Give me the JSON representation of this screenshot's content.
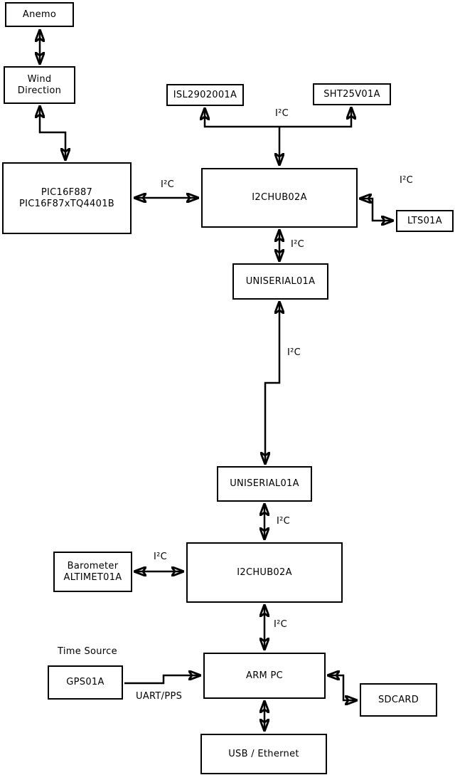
{
  "diagram": {
    "type": "block-diagram",
    "background_color": "#ffffff",
    "line_color": "#000000",
    "nodes": {
      "anemo": {
        "label": "Anemo"
      },
      "wind_direction": {
        "label": "Wind\nDirection"
      },
      "pic": {
        "label": "PIC16F887\nPIC16F87xTQ4401B"
      },
      "isl": {
        "label": "ISL2902001A"
      },
      "sht": {
        "label": "SHT25V01A"
      },
      "hub1": {
        "label": "I2CHUB02A"
      },
      "lts": {
        "label": "LTS01A"
      },
      "uniserial1": {
        "label": "UNISERIAL01A"
      },
      "uniserial2": {
        "label": "UNISERIAL01A"
      },
      "hub2": {
        "label": "I2CHUB02A"
      },
      "barometer": {
        "label": "Barometer\nALTIMET01A"
      },
      "gps": {
        "label": "GPS01A"
      },
      "arm_pc": {
        "label": "ARM PC"
      },
      "sdcard": {
        "label": "SDCARD"
      },
      "usb_ethernet": {
        "label": "USB / Ethernet"
      }
    },
    "edge_labels": {
      "i2c": "I²C",
      "uart_pps": "UART/PPS",
      "time_source": "Time Source"
    }
  }
}
